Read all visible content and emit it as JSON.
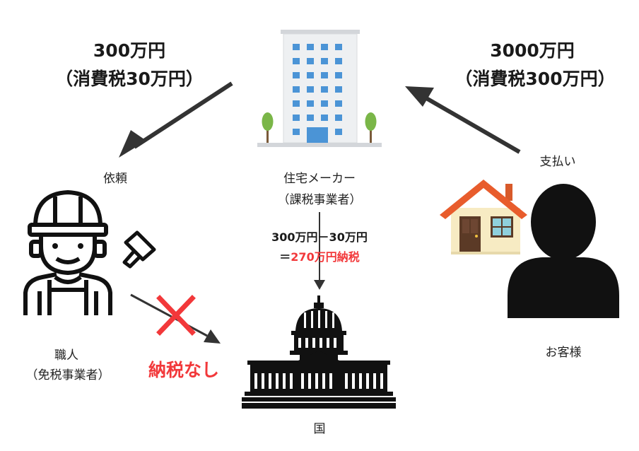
{
  "contractor_payment": {
    "amount": "300万円",
    "tax": "（消費税30万円）"
  },
  "customer_payment": {
    "amount": "3000万円",
    "tax": "（消費税300万円）"
  },
  "labels": {
    "request": "依頼",
    "payment": "支払い",
    "maker_name": "住宅メーカー",
    "maker_status": "（課税事業者）",
    "craftsman_name": "職人",
    "craftsman_status": "（免税事業者）",
    "customer": "お客様",
    "country": "国"
  },
  "calculation": {
    "line1": "300万円－30万円",
    "equals": "＝",
    "result": "270万円納税"
  },
  "no_tax": "納税なし",
  "colors": {
    "accent_red": "#f2383a",
    "arrow": "#333333",
    "figure": "#111111"
  },
  "icons": [
    "office-building-icon",
    "craftsman-icon",
    "hammer-icon",
    "house-icon",
    "customer-silhouette-icon",
    "capitol-building-icon",
    "cross-mark-icon"
  ]
}
